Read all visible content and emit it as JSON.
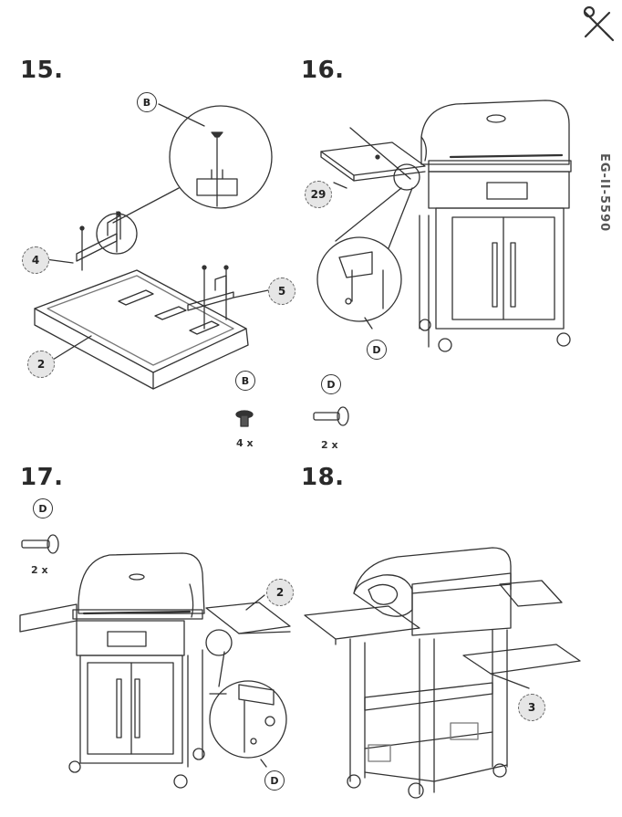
{
  "side_code": "EG-II-5590",
  "tool_icon": "wrench-screwdriver-icon",
  "steps": {
    "s15": {
      "title": "15.",
      "bolt_b_letter": "B",
      "part_4": "4",
      "part_5": "5",
      "part_2": "2",
      "legend_letter": "B",
      "legend_qty": "4 x"
    },
    "s16": {
      "title": "16.",
      "part_29": "29",
      "callout_letter": "D",
      "legend_letter": "D",
      "legend_qty": "2 x"
    },
    "s17": {
      "title": "17.",
      "legend_letter": "D",
      "legend_qty": "2 x",
      "part_2": "2",
      "callout_letter": "D"
    },
    "s18": {
      "title": "18.",
      "part_3": "3"
    }
  }
}
